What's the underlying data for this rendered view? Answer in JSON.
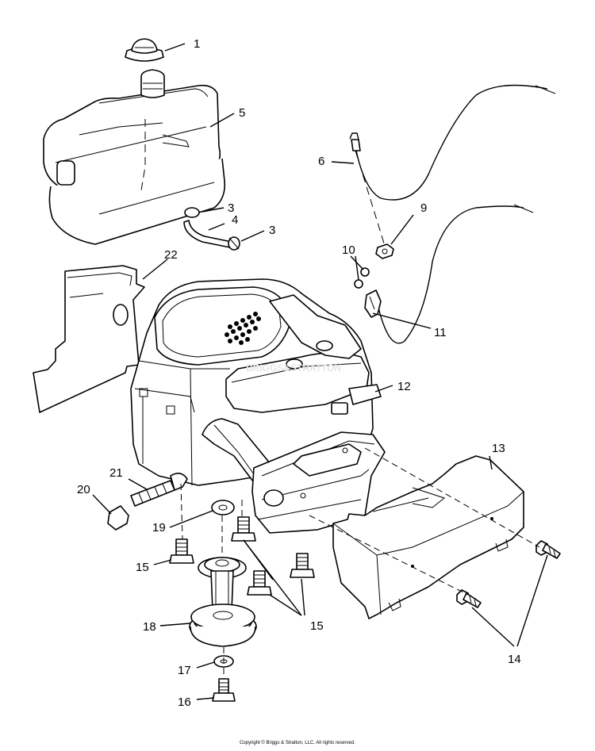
{
  "callouts": {
    "c1": "1",
    "c3a": "3",
    "c3b": "3",
    "c4": "4",
    "c5": "5",
    "c6": "6",
    "c9": "9",
    "c10": "10",
    "c11": "11",
    "c12": "12",
    "c13": "13",
    "c14": "14",
    "c15a": "15",
    "c15b": "15",
    "c16": "16",
    "c17": "17",
    "c18": "18",
    "c19": "19",
    "c20": "20",
    "c21": "21",
    "c22": "22"
  },
  "watermark": "BRIGGS&STRATTON",
  "copyright": "Copyright © Briggs & Stratton, LLC. All rights reserved."
}
